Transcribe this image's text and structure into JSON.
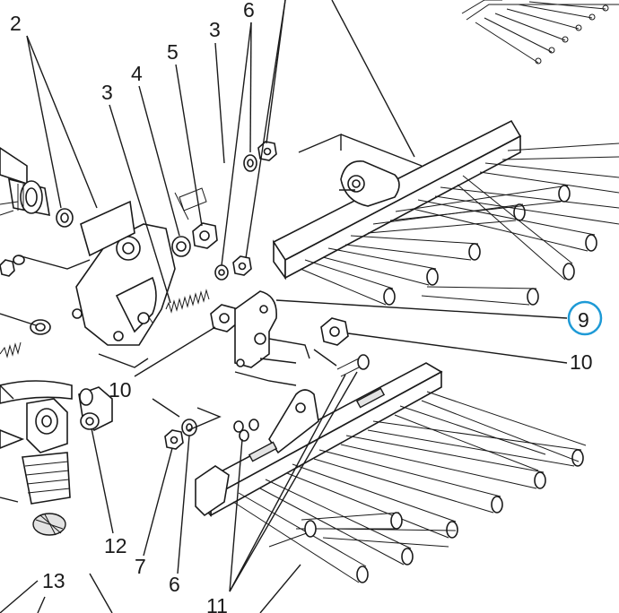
{
  "diagram": {
    "callouts": [
      {
        "id": "c2",
        "text": "2"
      },
      {
        "id": "c3a",
        "text": "3"
      },
      {
        "id": "c6a",
        "text": "6"
      },
      {
        "id": "c5",
        "text": "5"
      },
      {
        "id": "c4",
        "text": "4"
      },
      {
        "id": "c3b",
        "text": "3"
      },
      {
        "id": "c9",
        "text": "9"
      },
      {
        "id": "c10a",
        "text": "10"
      },
      {
        "id": "c10b",
        "text": "10"
      },
      {
        "id": "c12",
        "text": "12"
      },
      {
        "id": "c7",
        "text": "7"
      },
      {
        "id": "c6b",
        "text": "6"
      },
      {
        "id": "c13",
        "text": "13"
      },
      {
        "id": "c11",
        "text": "11"
      }
    ],
    "highlight_color": "#1e9ad6",
    "line_color": "#1a1a1a"
  }
}
